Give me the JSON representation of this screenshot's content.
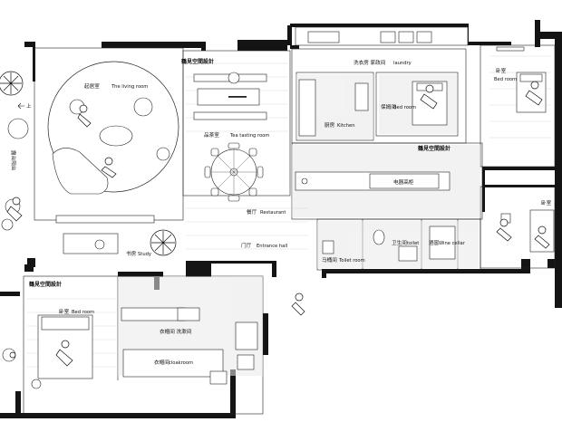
{
  "plan": {
    "brand_mark": "鶴見空間設計",
    "rooms": {
      "living": {
        "cn": "起居室",
        "en": "The living room"
      },
      "tea": {
        "cn": "品茶室",
        "en": "Tea tasting room"
      },
      "restaurant": {
        "cn": "餐厅",
        "en": "Restaurant"
      },
      "entrance": {
        "cn": "门厅",
        "en": "Entrance hall"
      },
      "study": {
        "cn": "书房",
        "en": "Study"
      },
      "laundry": {
        "cn": "洗衣房 家政间",
        "en": "laundry"
      },
      "kitchen": {
        "cn": "厨房",
        "en": "Kitchen"
      },
      "nanny": {
        "cn": "保姆间",
        "en": "Bed room"
      },
      "bedroom_tr": {
        "cn": "卧室",
        "en": "Bed room"
      },
      "bedroom_r": {
        "cn": "卧室",
        "en": ""
      },
      "toilet": {
        "cn": "马桶间",
        "en": "Toilet room"
      },
      "sanitary": {
        "cn": "卫生间",
        "en": "toilet"
      },
      "wine": {
        "cn": "酒窖",
        "en": "Wine cellar"
      },
      "bedroom_bl": {
        "cn": "卧室",
        "en": "Bed room"
      },
      "cloak": {
        "cn": "衣帽间",
        "en": "cloakroom"
      }
    },
    "extra_labels": {
      "balcony": "露台阳台",
      "up_arrow": "上",
      "bath_bl": "衣帽间 洗漱间",
      "appliance": "电器高柜"
    }
  }
}
